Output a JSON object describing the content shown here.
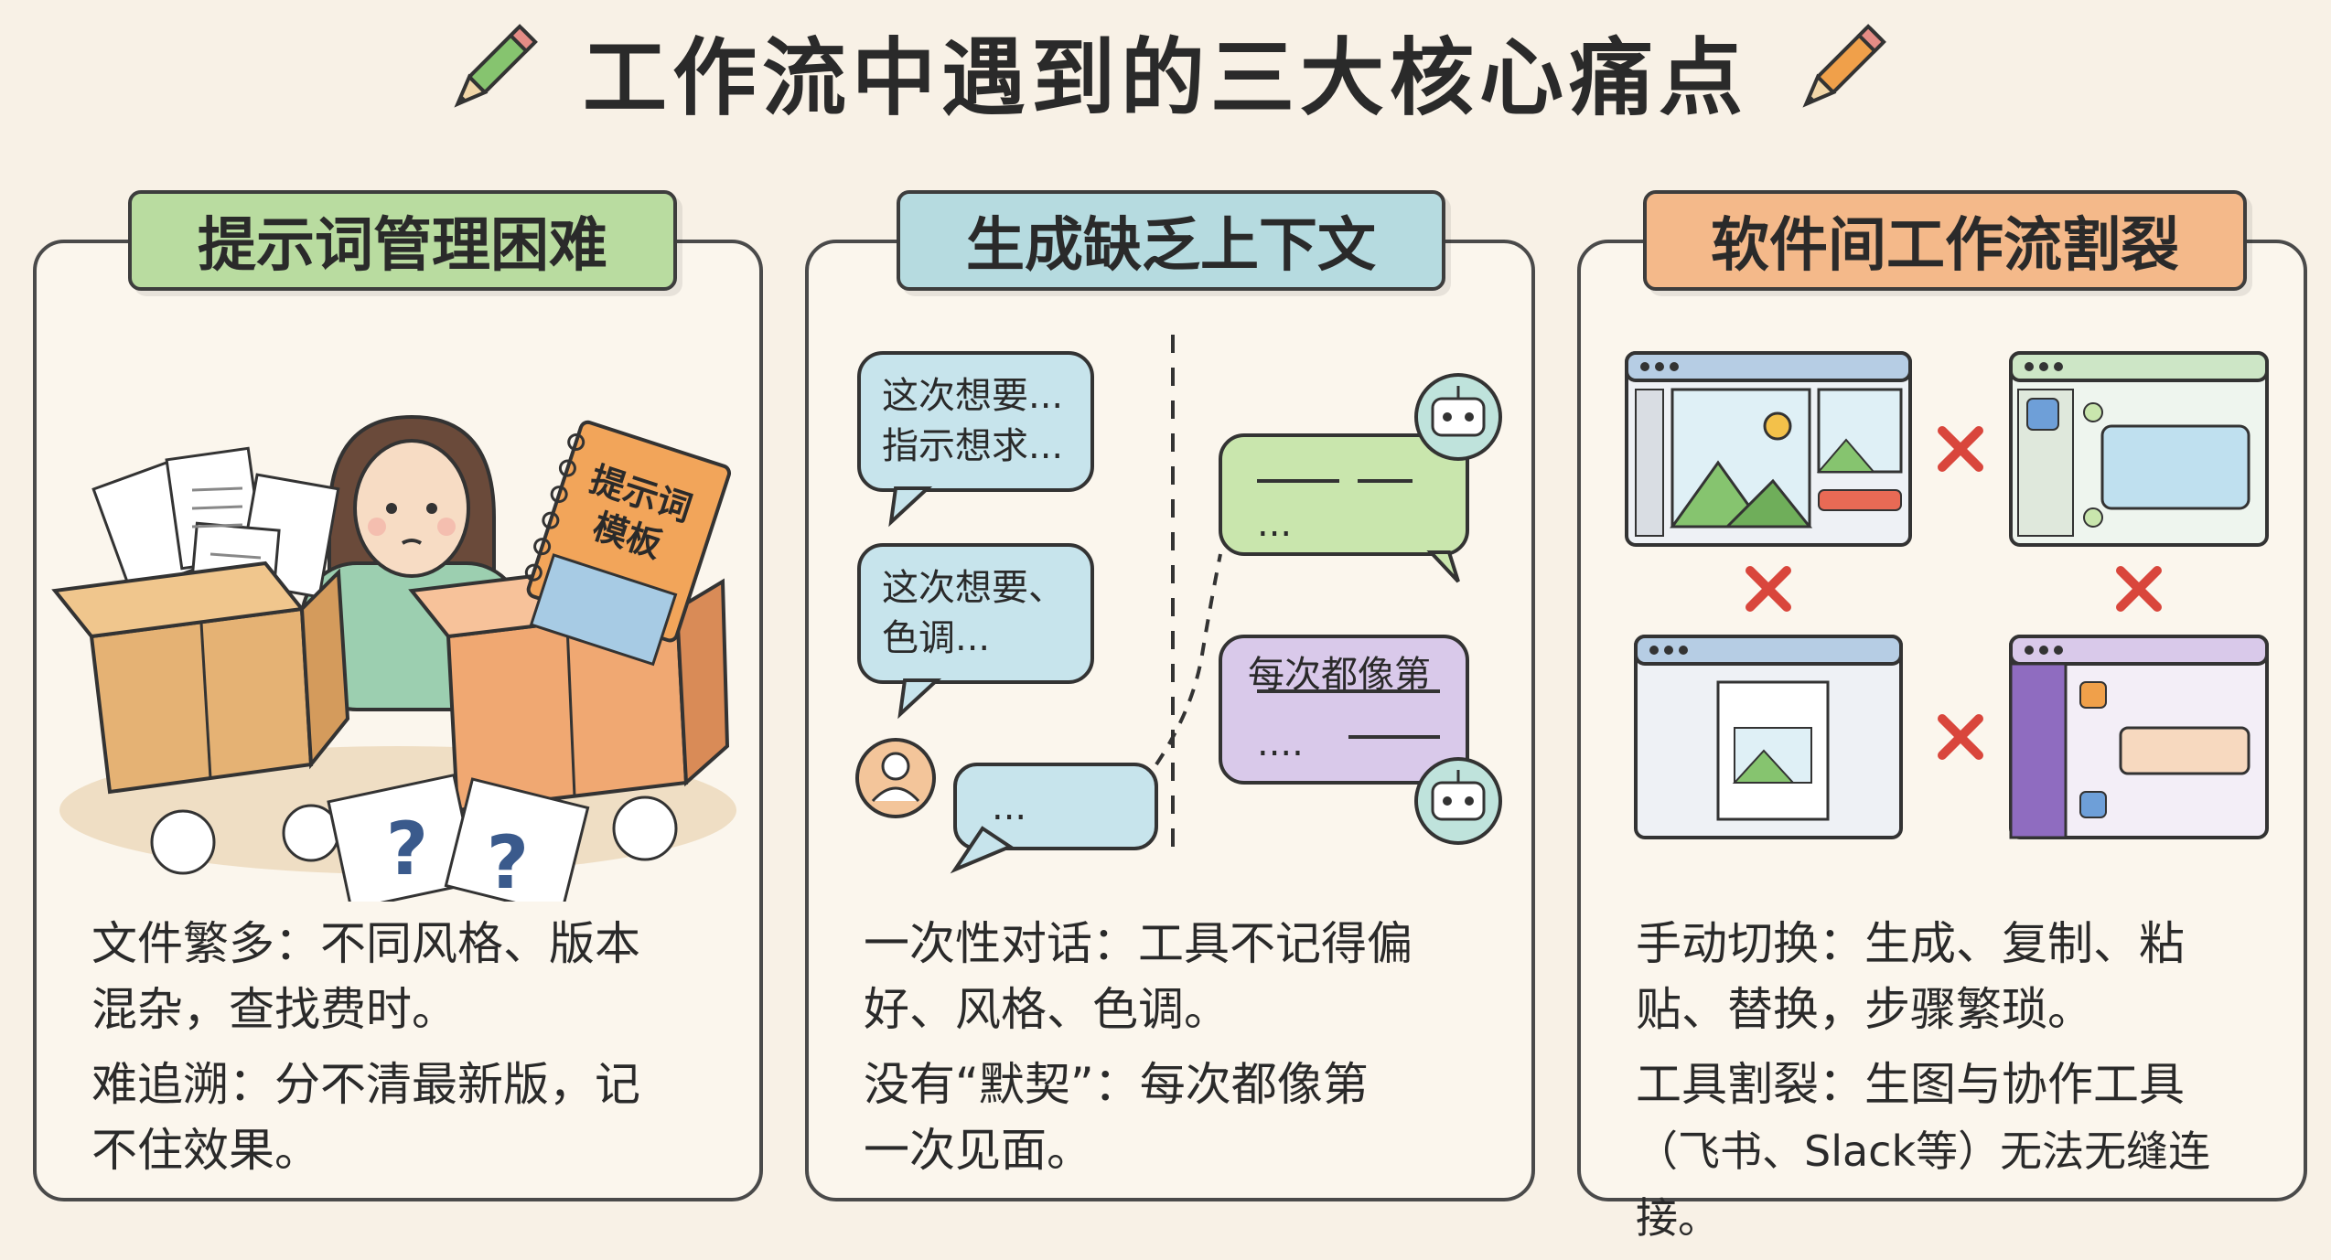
{
  "title": "工作流中遇到的三大核心痛点",
  "panels": [
    {
      "heading": "提示词管理困难",
      "label_notebook_1": "提示词",
      "label_notebook_2": "模板",
      "question_mark": "?",
      "text_1a": "文件繁多：不同风格、版本",
      "text_1b": "混杂，查找费时。",
      "text_2a": "难追溯：分不清最新版，记",
      "text_2b": "不住效果。"
    },
    {
      "heading": "生成缺乏上下文",
      "bubble_1a": "这次想要...",
      "bubble_1b": "指示想求...",
      "bubble_2a": "这次想要、",
      "bubble_2b": "色调...",
      "bubble_3": "...",
      "bubble_4": "...",
      "bubble_5": "每次都像第",
      "bubble_6": "....",
      "text_1a": "一次性对话：工具不记得偏",
      "text_1b": "好、风格、色调。",
      "text_2a": "没有“默契”：每次都像第",
      "text_2b": "一次见面。"
    },
    {
      "heading": "软件间工作流割裂",
      "text_1a": "手动切换：生成、复制、粘",
      "text_1b": "贴、替换，步骤繁琐。",
      "text_2a": "工具割裂：生图与协作工具",
      "text_2b": "（飞书、Slack等）无法无缝连接。"
    }
  ],
  "colors": {
    "tag1": "#b9dca0",
    "tag2": "#b6dbe0",
    "tag3": "#f4b98a",
    "accent_red": "#d9463c"
  }
}
